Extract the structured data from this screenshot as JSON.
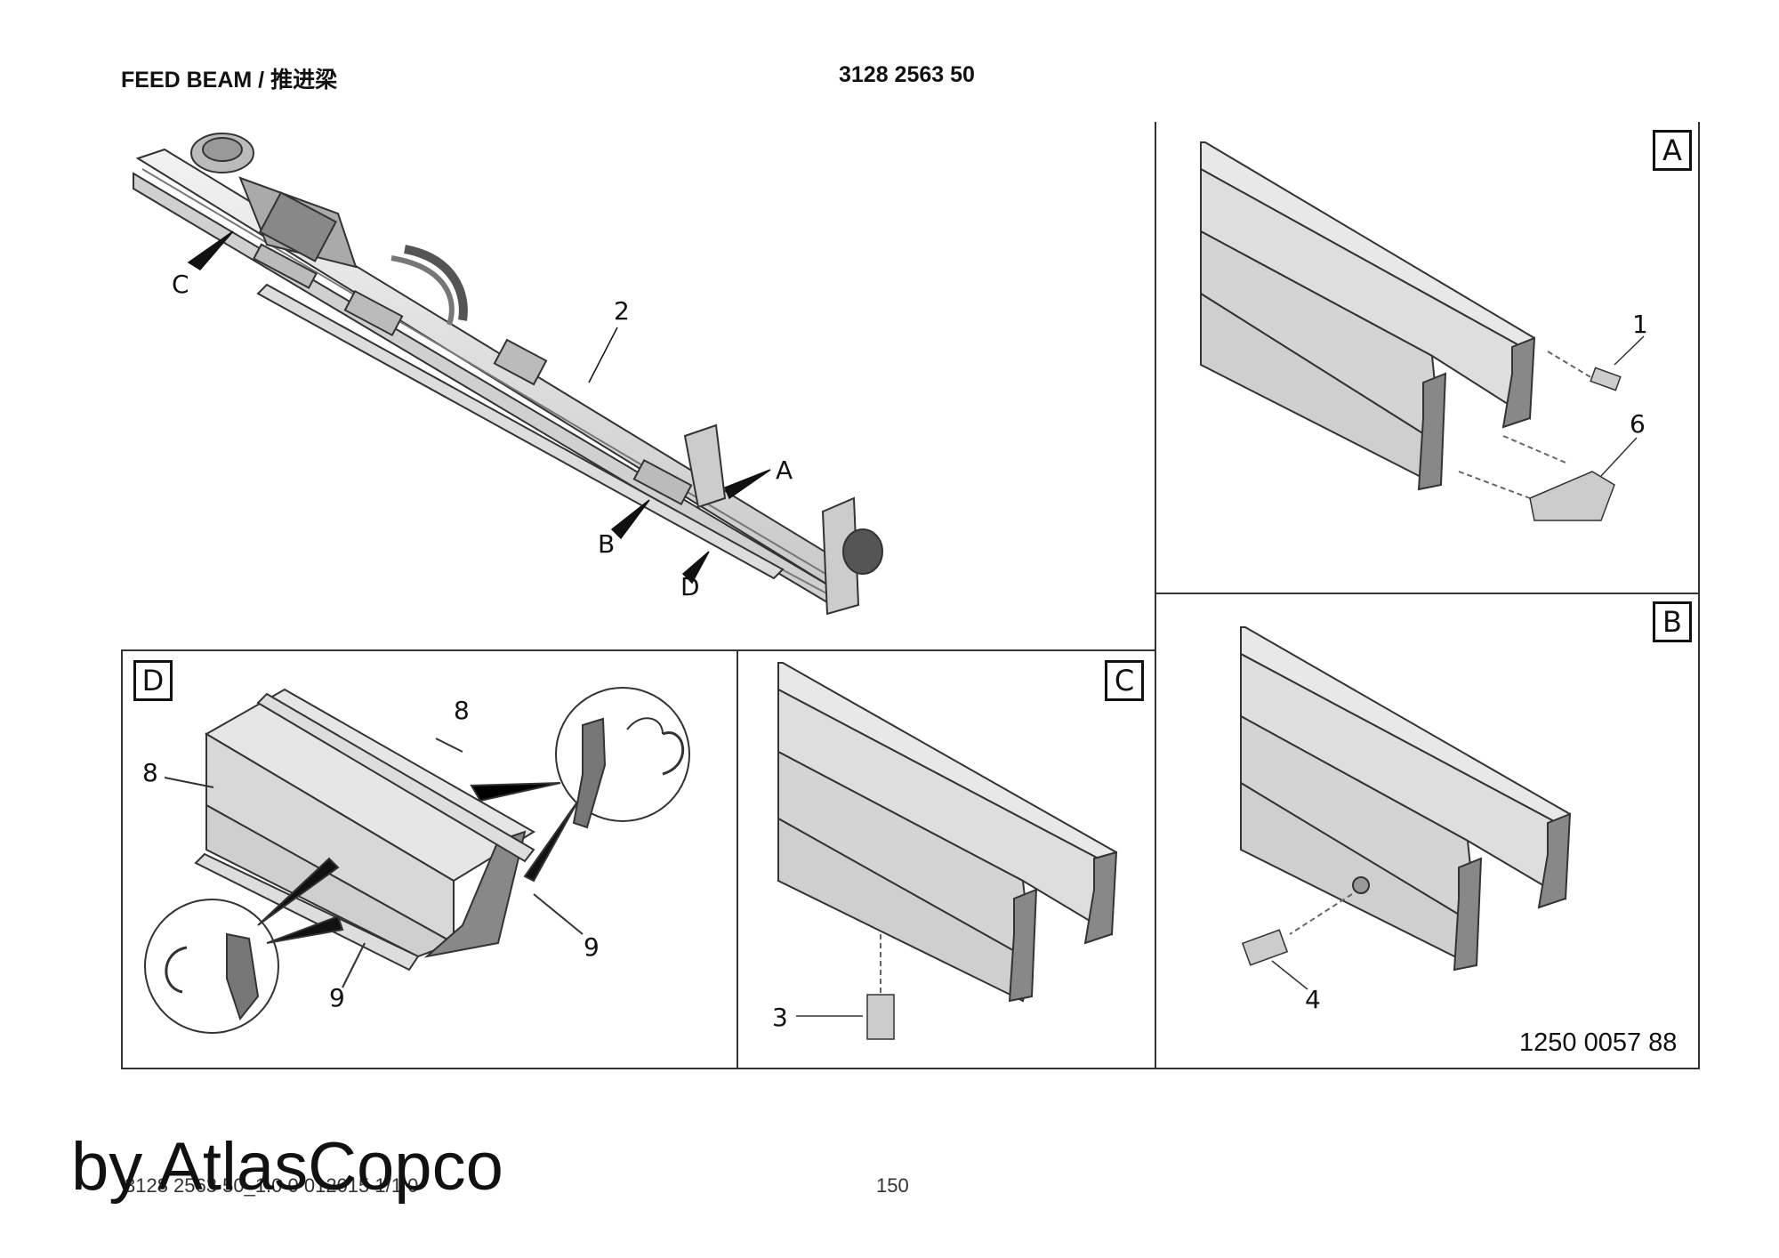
{
  "header": {
    "title": "FEED BEAM / 推进梁",
    "part_number": "3128 2563 50"
  },
  "panels": {
    "A": "A",
    "B": "B",
    "C": "C",
    "D": "D"
  },
  "callouts": {
    "main_C": "C",
    "main_2": "2",
    "main_A": "A",
    "main_B": "B",
    "main_D": "D",
    "a_1": "1",
    "a_6": "6",
    "d_8_top": "8",
    "d_8_left": "8",
    "d_9_right": "9",
    "d_9_bottom": "9",
    "c_3": "3",
    "b_4": "4"
  },
  "reference_number": "1250 0057 88",
  "footer": {
    "doc_code": "3128 2563 50_1.0 0 012015 1/1 0",
    "page": "150"
  },
  "watermark": "by AtlasCopco"
}
